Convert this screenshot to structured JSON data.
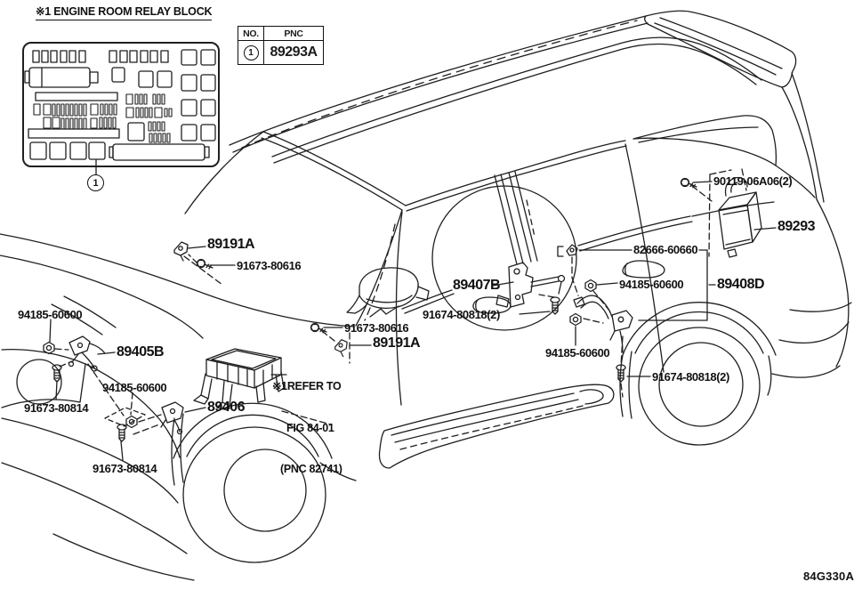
{
  "header": {
    "note_title": "※1 ENGINE ROOM RELAY BLOCK"
  },
  "callout_table": {
    "no_header": "NO.",
    "pnc_header": "PNC",
    "no_value": "1",
    "pnc_value": "89293A"
  },
  "relay_block": {
    "callout_no": "1"
  },
  "refer_note": {
    "line1": "※1REFER TO",
    "line2": "FIG 84-01",
    "line3": "(PNC 82741)"
  },
  "figure_code": "84G330A",
  "labels": [
    {
      "id": "clip-front-upper",
      "text": "89191A"
    },
    {
      "id": "bolt-front-upper",
      "text": "91673-80616"
    },
    {
      "id": "nut-front-left",
      "text": "94185-60600"
    },
    {
      "id": "front-height-sensor",
      "text": "89405B"
    },
    {
      "id": "nut-front-center",
      "text": "94185-60600"
    },
    {
      "id": "bolt-front-left",
      "text": "91673-80814"
    },
    {
      "id": "bolt-front-lower",
      "text": "91673-80814"
    },
    {
      "id": "front-sensor-sub",
      "text": "89406"
    },
    {
      "id": "bolt-cowl",
      "text": "91673-80616"
    },
    {
      "id": "clip-cowl",
      "text": "89191A"
    },
    {
      "id": "rear-door-sensor",
      "text": "89407B"
    },
    {
      "id": "screw-door-sensor",
      "text": "91674-80818(2)"
    },
    {
      "id": "clip-quarter",
      "text": "82666-60660"
    },
    {
      "id": "nut-rear-upper",
      "text": "94185-60600"
    },
    {
      "id": "rear-height-sensor",
      "text": "89408D"
    },
    {
      "id": "nut-rear-lower",
      "text": "94185-60600"
    },
    {
      "id": "bolt-ecu",
      "text": "90119-06A06(2)"
    },
    {
      "id": "skid-control-computer",
      "text": "89293"
    },
    {
      "id": "screw-rear-sensor",
      "text": "91674-80818(2)"
    }
  ]
}
